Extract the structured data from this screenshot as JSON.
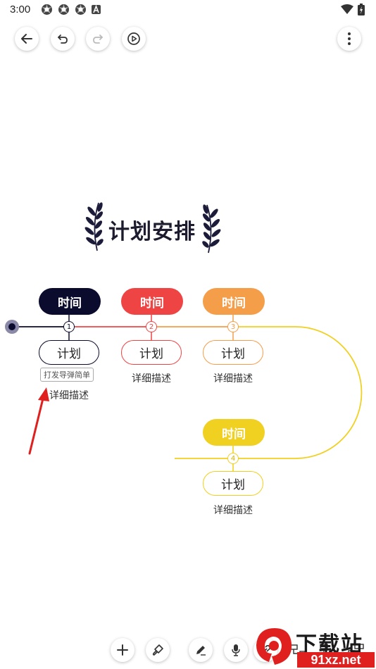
{
  "status": {
    "time": "3:00"
  },
  "title": "计划安排",
  "timeline": {
    "items": [
      {
        "index": "1",
        "time": "时间",
        "plan": "计划",
        "desc": "详细描述",
        "color": "#0b0b2e"
      },
      {
        "index": "2",
        "time": "时间",
        "plan": "计划",
        "desc": "详细描述",
        "color": "#ef4444"
      },
      {
        "index": "3",
        "time": "时间",
        "plan": "计划",
        "desc": "详细描述",
        "color": "#f59e4a"
      },
      {
        "index": "4",
        "time": "时间",
        "plan": "计划",
        "desc": "详细描述",
        "color": "#f0d020"
      }
    ],
    "tooltip": "打发导弹简单"
  },
  "watermark": {
    "text1": "下载站",
    "text2": "91xz.net"
  }
}
